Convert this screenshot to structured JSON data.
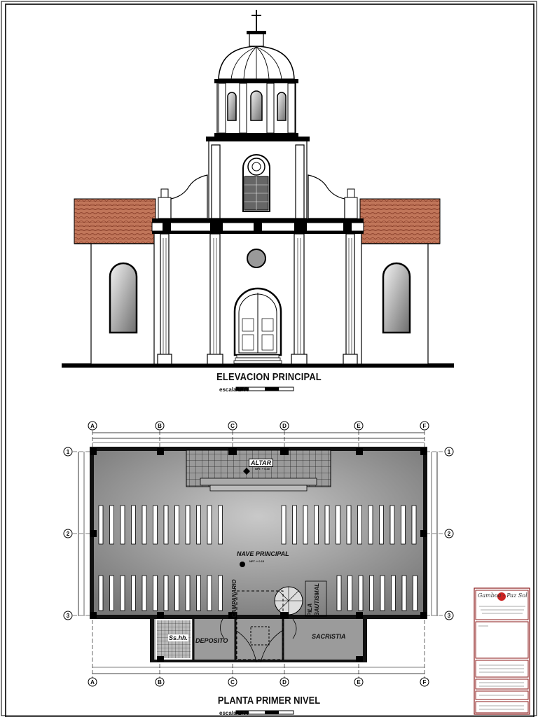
{
  "elevation": {
    "title": "ELEVACION PRINCIPAL",
    "scale": "escala 1:60"
  },
  "plan": {
    "title": "PLANTA PRIMER NIVEL",
    "scale": "escala 1:60",
    "grid_letters": [
      "A",
      "B",
      "C",
      "D",
      "E",
      "F"
    ],
    "grid_numbers": [
      "1",
      "2",
      "3"
    ],
    "rooms": {
      "altar": "ALTAR",
      "altar_level": "NPT. + 0.30",
      "nave": "NAVE PRINCIPAL",
      "nave_level": "NPT. + 0.15",
      "campanario": "CAMPANARIO",
      "pila": "PILA BAUTISMAL",
      "sacristia": "SACRISTIA",
      "deposito": "DEPOSITO",
      "sshh": "Ss.hh."
    }
  },
  "title_block": {
    "logo_text": "Gamboa - Paz Sol",
    "colors": {
      "border": "#8b1a1a",
      "roof": "#b5654a"
    }
  }
}
